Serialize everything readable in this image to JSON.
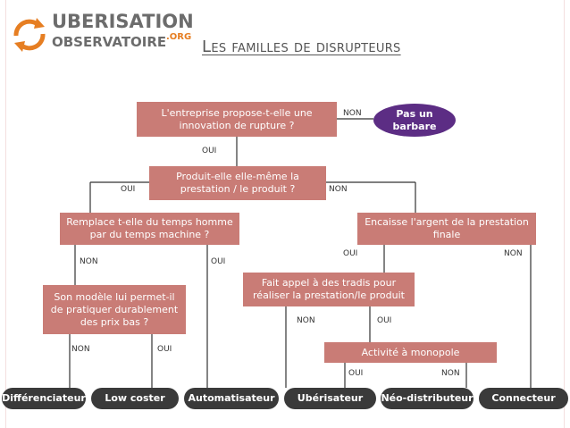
{
  "header": {
    "logo_line1": "UBERISATION",
    "logo_line2": "OBSERVATOIRE",
    "logo_org": ".ORG",
    "title": "Les familles de disrupteurs"
  },
  "diagram": {
    "nodes": {
      "q_innovation": "L'entreprise propose-t-elle une innovation de rupture ?",
      "pas_barbare": "Pas un barbare",
      "q_produit": "Produit-elle elle-même la prestation / le produit ?",
      "q_remplace": "Remplace t-elle du temps homme par du temps machine ?",
      "q_encaisse": "Encaisse l'argent de la prestation finale",
      "q_modele": "Son modèle lui permet-il de pratiquer durablement des prix bas ?",
      "q_tradis": "Fait appel à des tradis pour réaliser la prestation/le produit",
      "q_monopole": "Activité à monopole"
    },
    "outcomes": {
      "differenciateur": "Différenciateur",
      "low_coster": "Low coster",
      "automatisateur": "Automatisateur",
      "uberisateur": "Ubérisateur",
      "neo_distributeur": "Néo-distributeur",
      "connecteur": "Connecteur"
    },
    "edge_labels": {
      "innovation_non": "NON",
      "innovation_oui": "OUI",
      "produit_oui": "OUI",
      "produit_non": "NON",
      "remplace_non": "NON",
      "remplace_oui": "OUI",
      "encaisse_oui": "OUI",
      "encaisse_non": "NON",
      "modele_non": "NON",
      "modele_oui": "OUI",
      "tradis_non": "NON",
      "tradis_oui": "OUI",
      "monopole_oui": "OUI",
      "monopole_non": "NON"
    }
  },
  "colors": {
    "box": "#c97c76",
    "outcome": "#3a3a3a",
    "barbare": "#5c2d84",
    "connector": "#333333"
  }
}
